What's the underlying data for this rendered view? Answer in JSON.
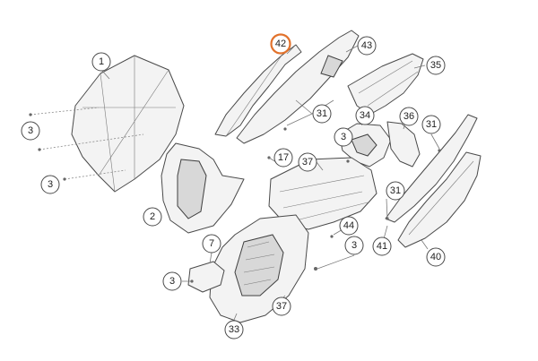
{
  "diagram": {
    "highlight_color": "#e2722c",
    "line_color": "#4a4a4a",
    "callouts": [
      {
        "id": "c1",
        "label": "1"
      },
      {
        "id": "c3a",
        "label": "3"
      },
      {
        "id": "c3b",
        "label": "3"
      },
      {
        "id": "c2",
        "label": "2"
      },
      {
        "id": "c42",
        "label": "42",
        "highlighted": true
      },
      {
        "id": "c43",
        "label": "43"
      },
      {
        "id": "c35",
        "label": "35"
      },
      {
        "id": "c31a",
        "label": "31"
      },
      {
        "id": "c3c",
        "label": "3"
      },
      {
        "id": "c34",
        "label": "34"
      },
      {
        "id": "c36",
        "label": "36"
      },
      {
        "id": "c31b",
        "label": "31"
      },
      {
        "id": "c17",
        "label": "17"
      },
      {
        "id": "c37a",
        "label": "37"
      },
      {
        "id": "c31c",
        "label": "31"
      },
      {
        "id": "c44",
        "label": "44"
      },
      {
        "id": "c7",
        "label": "7"
      },
      {
        "id": "c3d",
        "label": "3"
      },
      {
        "id": "c41",
        "label": "41"
      },
      {
        "id": "c40",
        "label": "40"
      },
      {
        "id": "c3e",
        "label": "3"
      },
      {
        "id": "c37b",
        "label": "37"
      },
      {
        "id": "c33",
        "label": "33"
      }
    ]
  }
}
